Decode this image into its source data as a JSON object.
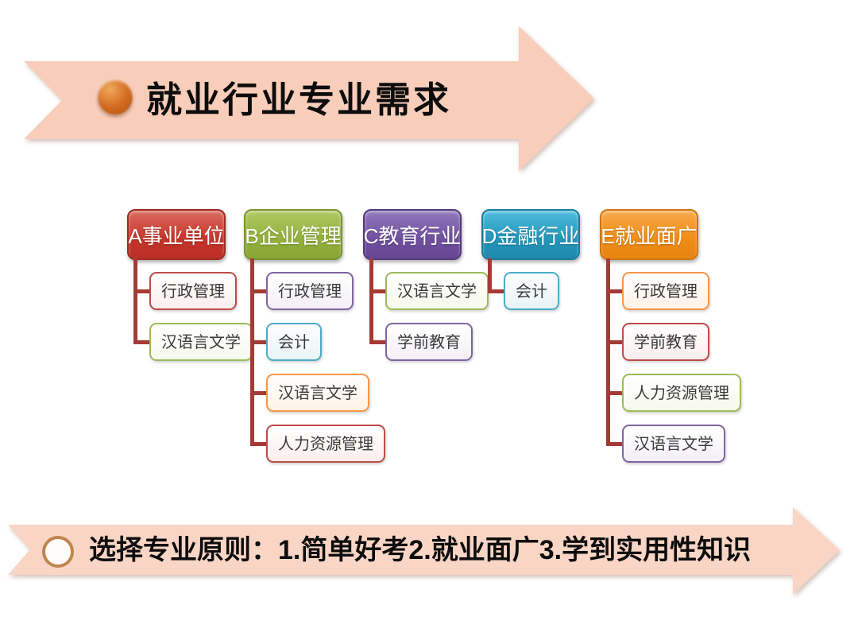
{
  "top_banner": {
    "title": "就业行业专业需求",
    "arrow_color": "#F8CDBA",
    "bullet_color": "#D2691E"
  },
  "bottom_banner": {
    "text": "选择专业原则：1.简单好考2.就业面广3.学到实用性知识",
    "arrow_color": "#F9D5C5",
    "circle_border_color": "#C0854E"
  },
  "connector_color": "#A43B35",
  "palette": {
    "header_red": "#C5352B",
    "header_green": "#93B13C",
    "header_purple": "#70509F",
    "header_teal": "#2396BA",
    "header_orange": "#EF8D17",
    "item_red": "#BE4B48",
    "item_olive": "#9BBB59",
    "item_purple": "#8064A2",
    "item_teal": "#4BACC6",
    "item_orange": "#F79646"
  },
  "columns": [
    {
      "id": "A",
      "label": "A事业单位",
      "theme": "red",
      "items": [
        {
          "label": "行政管理",
          "accent": "red"
        },
        {
          "label": "汉语言文学",
          "accent": "olive"
        }
      ]
    },
    {
      "id": "B",
      "label": "B企业管理",
      "theme": "green",
      "items": [
        {
          "label": "行政管理",
          "accent": "purple"
        },
        {
          "label": "会计",
          "accent": "teal"
        },
        {
          "label": "汉语言文学",
          "accent": "orange"
        },
        {
          "label": "人力资源管理",
          "accent": "red"
        }
      ]
    },
    {
      "id": "C",
      "label": "C教育行业",
      "theme": "purple",
      "items": [
        {
          "label": "汉语言文学",
          "accent": "olive"
        },
        {
          "label": "学前教育",
          "accent": "purple"
        }
      ]
    },
    {
      "id": "D",
      "label": "D金融行业",
      "theme": "teal",
      "items": [
        {
          "label": "会计",
          "accent": "teal"
        }
      ]
    },
    {
      "id": "E",
      "label": "E就业面广",
      "theme": "orange",
      "items": [
        {
          "label": "行政管理",
          "accent": "orange"
        },
        {
          "label": "学前教育",
          "accent": "red"
        },
        {
          "label": "人力资源管理",
          "accent": "olive"
        },
        {
          "label": "汉语言文学",
          "accent": "purple"
        }
      ]
    }
  ]
}
